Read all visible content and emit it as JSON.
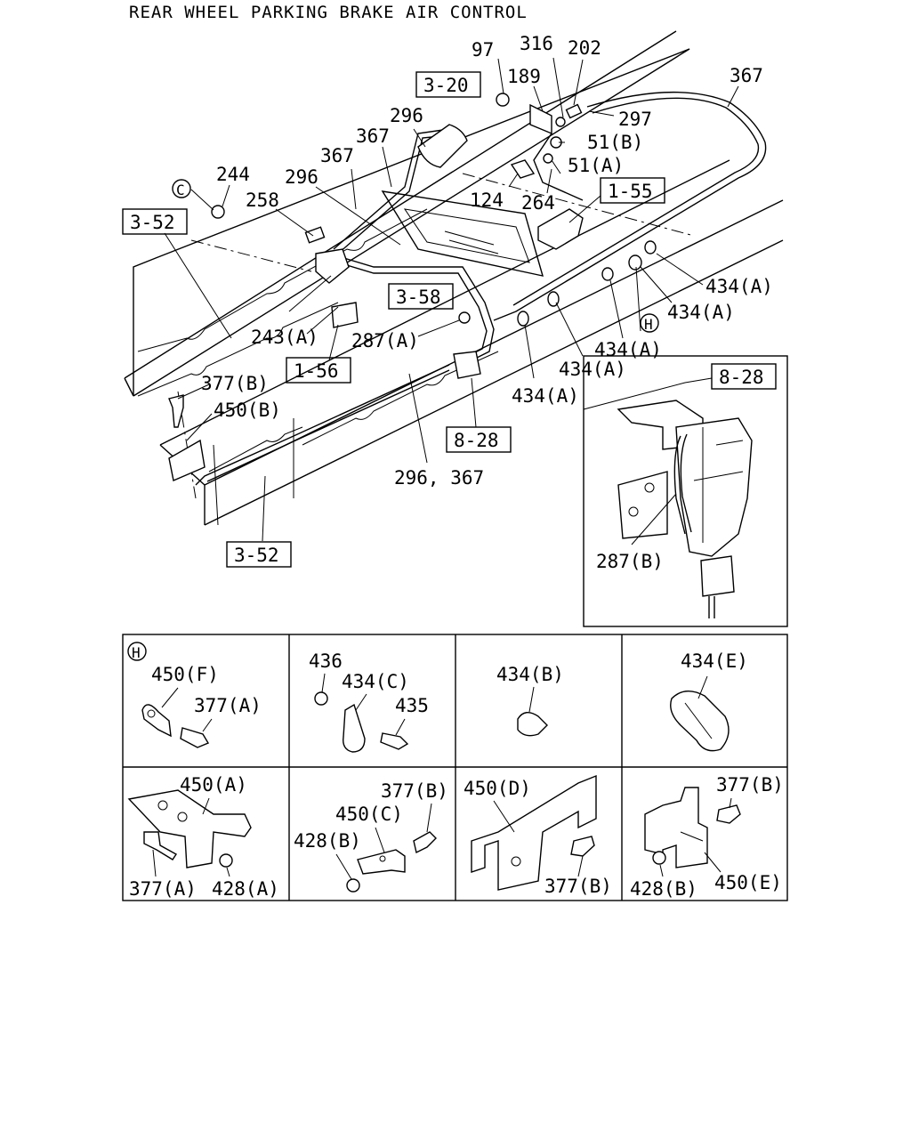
{
  "title": "REAR WHEEL PARKING BRAKE AIR CONTROL",
  "callouts": {
    "c97": "97",
    "c316": "316",
    "c202": "202",
    "c189": "189",
    "c367a": "367",
    "c297": "297",
    "c296a": "296",
    "c367b": "367",
    "c367c": "367",
    "c296b": "296",
    "c51b": "51(B)",
    "c51a": "51(A)",
    "c124": "124",
    "c264": "264",
    "c244": "244",
    "c258": "258",
    "c434a1": "434(A)",
    "c434a2": "434(A)",
    "c434a3": "434(A)",
    "c434a4": "434(A)",
    "c434a5": "434(A)",
    "c243a": "243(A)",
    "c287a": "287(A)",
    "c377b": "377(B)",
    "c450b": "450(B)",
    "c296_367": "296, 367",
    "c287b": "287(B)"
  },
  "references": {
    "r3_20": "3-20",
    "r1_55": "1-55",
    "r3_52a": "3-52",
    "r3_58": "3-58",
    "r1_56": "1-56",
    "r8_28a": "8-28",
    "r8_28b": "8-28",
    "r3_52b": "3-52"
  },
  "markers": {
    "c_marker": "C",
    "h_marker_main": "H",
    "h_marker_panel": "H"
  },
  "panels": {
    "p1": {
      "l1": "450(F)",
      "l2": "377(A)"
    },
    "p2": {
      "l1": "436",
      "l2": "434(C)",
      "l3": "435"
    },
    "p3": {
      "l1": "434(B)"
    },
    "p4": {
      "l1": "434(E)"
    },
    "p5": {
      "l1": "450(A)",
      "l2": "377(A)",
      "l3": "428(A)"
    },
    "p6": {
      "l1": "377(B)",
      "l2": "450(C)",
      "l3": "428(B)"
    },
    "p7": {
      "l1": "450(D)",
      "l2": "377(B)"
    },
    "p8": {
      "l1": "377(B)",
      "l2": "428(B)",
      "l3": "450(E)"
    }
  }
}
